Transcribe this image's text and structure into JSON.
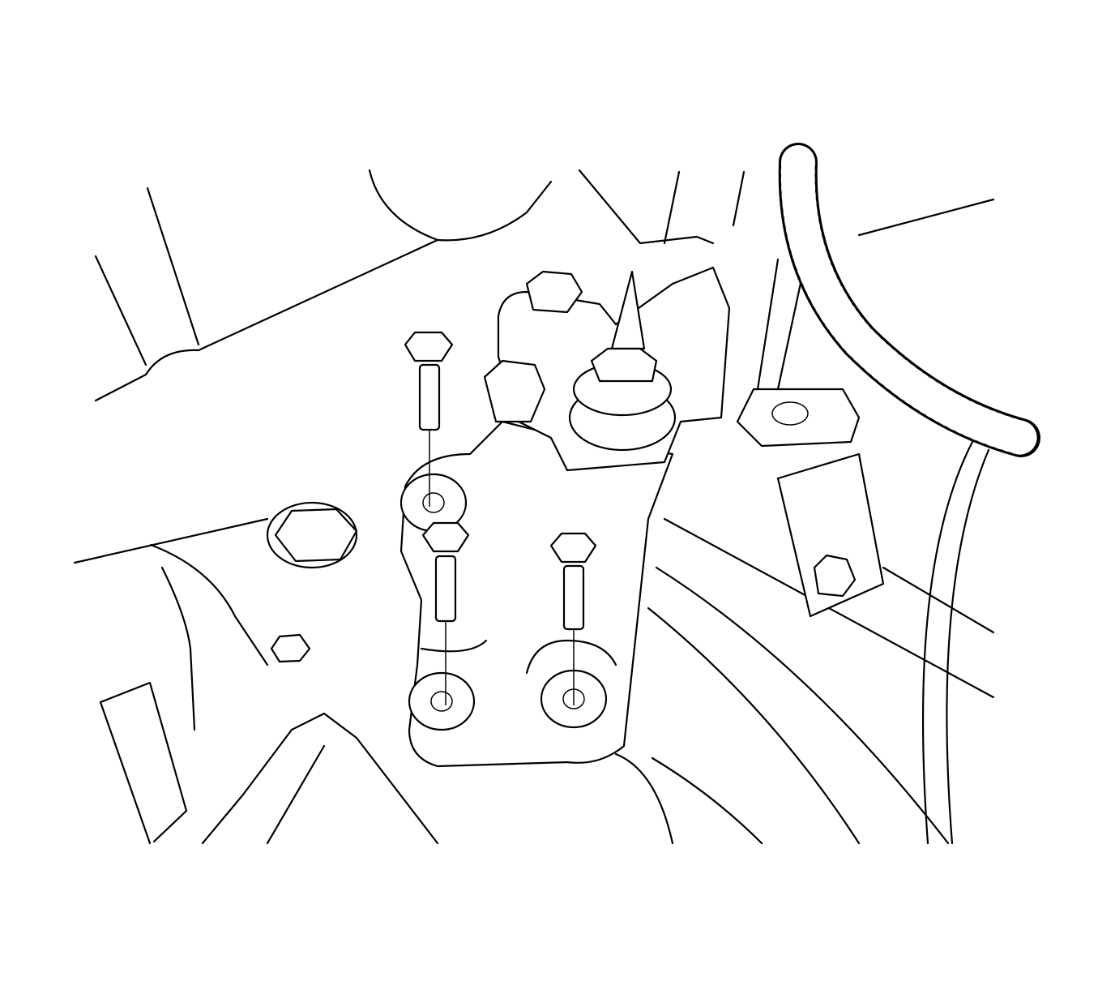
{
  "diagram": {
    "subject": "",
    "colors": {
      "line": "#000000",
      "background": "#ffffff"
    },
    "icons": [
      "hex-flange-bolt",
      "hex-nut",
      "corrugated-wire-harness",
      "mount-bracket"
    ]
  }
}
